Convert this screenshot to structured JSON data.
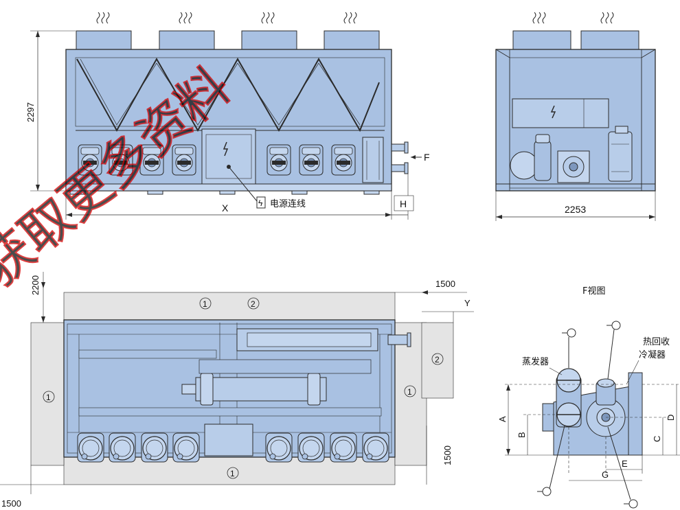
{
  "colors": {
    "unit_fill": "#a9c1e2",
    "unit_fill_light": "#c4d6ee",
    "panel_fill": "#b8cde9",
    "line": "#2b2b2b",
    "service_area": "#e4e4e4",
    "watermark": "#d40000"
  },
  "front_view": {
    "height_dim": "2297",
    "length_dim": "X",
    "pipe_dim": "H",
    "pipe_label": "F",
    "power_symbol": "ϟ",
    "power_label": "电源连线"
  },
  "side_view": {
    "width_dim": "2253"
  },
  "top_view": {
    "dim_top_left": "2200",
    "dim_top_right": "1500",
    "dim_y": "Y",
    "dim_right_bottom": "1500",
    "dim_bottom_left": "1500",
    "zone_1": "1",
    "zone_2": "2"
  },
  "f_view": {
    "title": "F视图",
    "evaporator": "蒸发器",
    "heat_recovery_1": "热回收",
    "heat_recovery_2": "冷凝器",
    "dim_a": "A",
    "dim_b": "B",
    "dim_c": "C",
    "dim_d": "D",
    "dim_e": "E",
    "dim_g": "G"
  },
  "watermark": {
    "text": "获取更多资料"
  }
}
